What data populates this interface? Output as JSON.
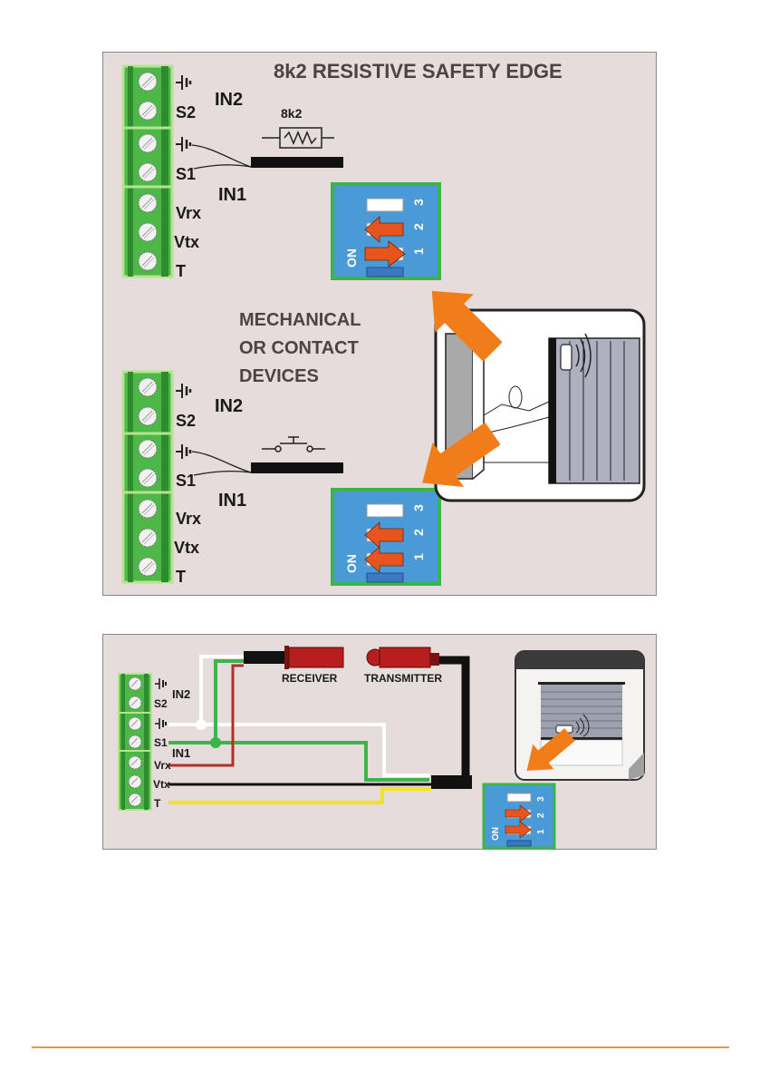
{
  "colors": {
    "panel_bg": "#e5dcdb",
    "terminal_green": "#4db848",
    "dip_blue": "#4a9ad8",
    "dip_border": "#3cb44a",
    "arrow_orange": "#f07d1a",
    "switch_arrow": "#e8541e",
    "wire_white": "#ffffff",
    "wire_green": "#3cb44a",
    "wire_red": "#b0302a",
    "wire_black": "#111111",
    "wire_yellow": "#f2e41c",
    "sensor_red": "#b81e1e",
    "footer_rule": "#e5964f"
  },
  "diagram1": {
    "title": "8k2 RESISTIVE SAFETY EDGE",
    "resistor_label": "8k2",
    "terminals": [
      "⏚",
      "S2",
      "⏚",
      "S1",
      "Vrx",
      "Vtx",
      "T"
    ],
    "group_labels": {
      "in2": "IN2",
      "in1": "IN1"
    },
    "dip": {
      "on_label": "ON",
      "numbers": [
        "1",
        "2",
        "3"
      ],
      "switch_states": [
        "right",
        "left",
        "off"
      ]
    }
  },
  "diagram2": {
    "title_lines": [
      "MECHANICAL",
      "OR CONTACT",
      "DEVICES"
    ],
    "terminals": [
      "⏚",
      "S2",
      "⏚",
      "S1",
      "Vrx",
      "Vtx",
      "T"
    ],
    "group_labels": {
      "in2": "IN2",
      "in1": "IN1"
    },
    "dip": {
      "on_label": "ON",
      "numbers": [
        "1",
        "2",
        "3"
      ],
      "switch_states": [
        "left",
        "left",
        "off"
      ]
    }
  },
  "diagram3": {
    "receiver_label": "RECEIVER",
    "transmitter_label": "TRANSMITTER",
    "terminals": [
      "⏚",
      "S2",
      "⏚",
      "S1",
      "Vrx",
      "Vtx",
      "T"
    ],
    "group_labels": {
      "in2": "IN2",
      "in1": "IN1"
    },
    "dip": {
      "on_label": "ON",
      "numbers": [
        "1",
        "2",
        "3"
      ],
      "switch_states": [
        "right",
        "right",
        "off"
      ]
    }
  }
}
